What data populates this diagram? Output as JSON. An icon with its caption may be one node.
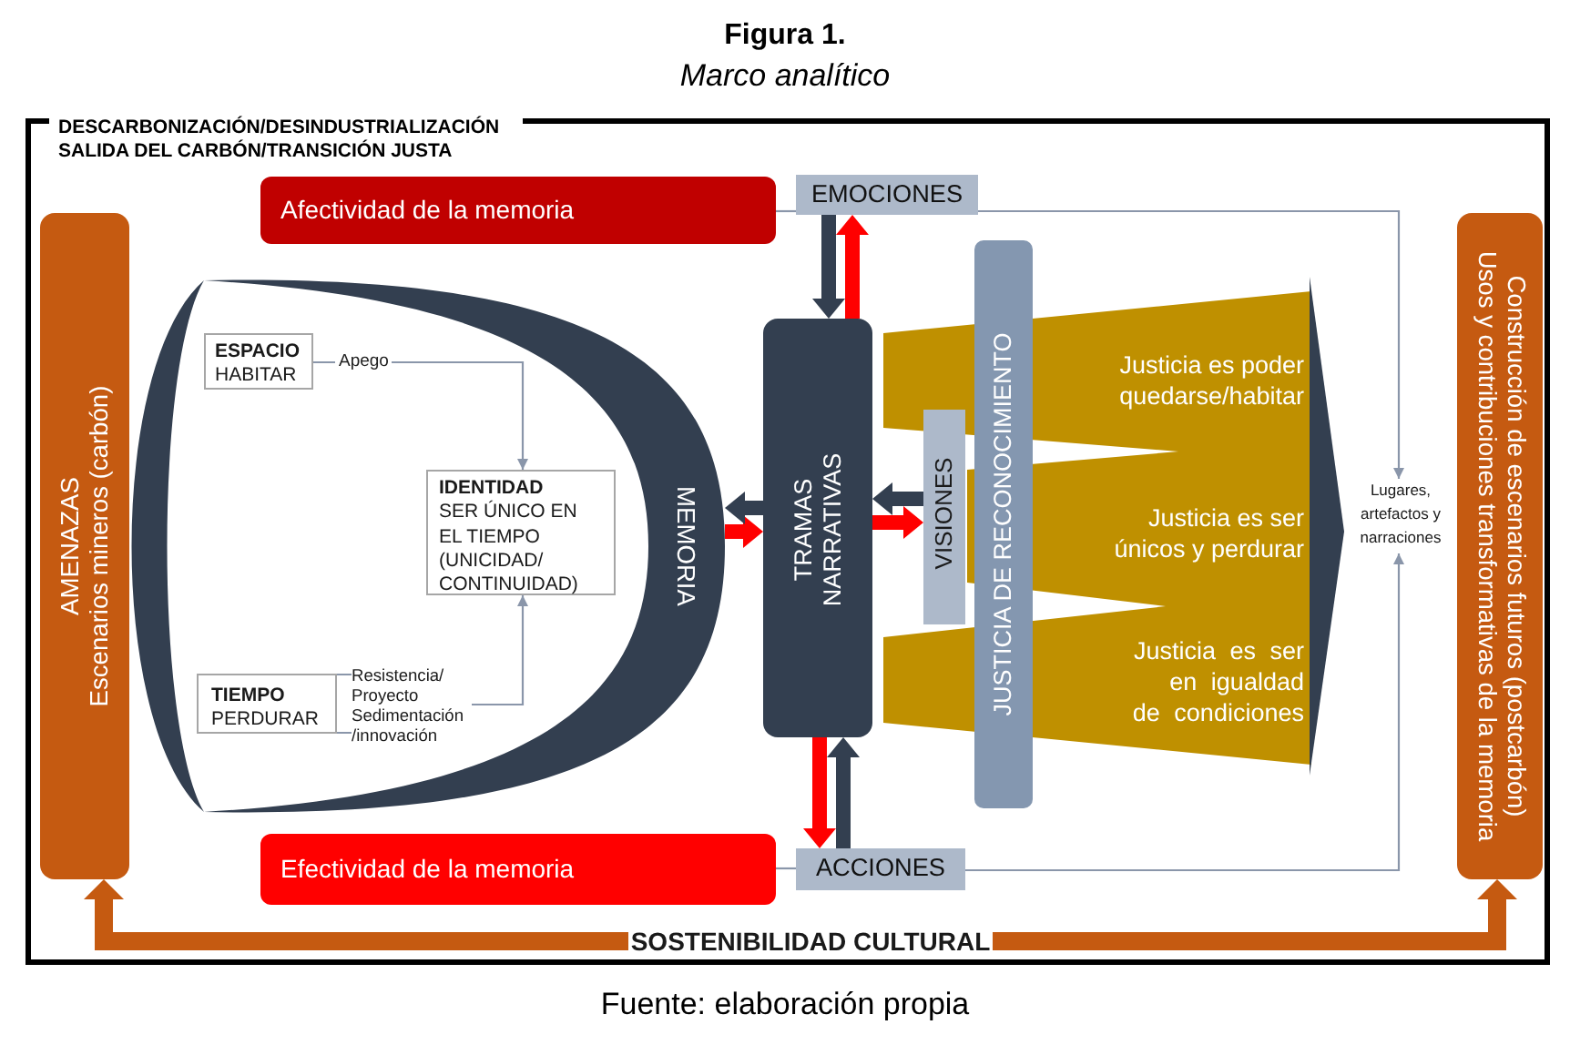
{
  "diagram": {
    "title": "Figura 1.",
    "caption": "Fuente: elaboración propia",
    "nodes": [
      {
        "text": [
          "DESCARBONIZACIÓN/DESINDUSTRIALIZACIÓN",
          "SALIDA DEL CARBÓN/TRANSICIÓN JUSTA"
        ]
      },
      {
        "text": [
          "Afectividad de la memoria"
        ],
        "in": 0
      },
      {
        "text": [
          "EMOCIONES"
        ],
        "in": 0
      },
      {
        "text": [
          "AMENAZAS",
          "Escenarios mineros (carbón)"
        ],
        "in": 0
      },
      {
        "text": [
          "MEMORIA"
        ],
        "in": 0
      },
      {
        "text": [
          "ESPACIO",
          "HABITAR"
        ],
        "in": 4
      },
      {
        "text": [
          "IDENTIDAD",
          "SER ÚNICO EN EL TIEMPO (UNICIDAD/ CONTINUIDAD)"
        ],
        "in": 4
      },
      {
        "text": [
          "TIEMPO",
          "PERDURAR"
        ],
        "in": 4
      },
      {
        "text": [
          "Resistencia/ Proyecto Sedimentación /innovación"
        ],
        "in": 4
      },
      {
        "text": [
          "TRAMAS NARRATIVAS"
        ],
        "in": 0
      },
      {
        "text": [
          "VISIONES"
        ],
        "in": 0
      },
      {
        "text": [
          "JUSTICIA DE RECONOCIMIENTO"
        ],
        "in": 0
      },
      {
        "text": [
          "Justicia es poder quedarse/habitar"
        ],
        "in": 0
      },
      {
        "text": [
          "Justicia es ser únicos y perdurar"
        ],
        "in": 0
      },
      {
        "text": [
          "Justicia es ser en igualdad de condiciones"
        ],
        "in": 0
      },
      {
        "text": [
          "Lugares, artefactos y narraciones"
        ],
        "in": 0
      },
      {
        "text": [
          "Construcción de escenarios futuros (postcarbón)",
          "Usos y contribuciones transformativas de la memoria"
        ],
        "in": 0
      },
      {
        "text": [
          "Efectividad de la memoria"
        ],
        "in": 0
      },
      {
        "text": [
          "ACCIONES"
        ],
        "in": 0
      },
      {
        "text": [
          "SOSTENIBILIDAD CULTURAL"
        ],
        "in": 0
      }
    ],
    "edges": [
      {
        "from": 1,
        "to": 2,
        "arrow": "none"
      },
      {
        "from": 2,
        "to": 15,
        "arrow": "to"
      },
      {
        "from": 2,
        "to": 9,
        "arrow": "to",
        "color": "#333f50"
      },
      {
        "from": 9,
        "to": 2,
        "arrow": "to",
        "color": "#ff0000"
      },
      {
        "from": 5,
        "to": 6,
        "arrow": "to",
        "label": "Apego"
      },
      {
        "from": 7,
        "to": 8,
        "arrow": "none"
      },
      {
        "from": 8,
        "to": 6,
        "arrow": "to"
      },
      {
        "from": 4,
        "to": 9,
        "arrow": "to",
        "color": "#ff0000"
      },
      {
        "from": 9,
        "to": 4,
        "arrow": "to",
        "color": "#333f50"
      },
      {
        "from": 9,
        "to": 10,
        "arrow": "to",
        "color": "#ff0000"
      },
      {
        "from": 10,
        "to": 9,
        "arrow": "to",
        "color": "#333f50"
      },
      {
        "from": 9,
        "to": 18,
        "arrow": "to",
        "color": "#ff0000"
      },
      {
        "from": 18,
        "to": 9,
        "arrow": "to",
        "color": "#333f50"
      },
      {
        "from": 17,
        "to": 18,
        "arrow": "none"
      },
      {
        "from": 18,
        "to": 15,
        "arrow": "to"
      },
      {
        "from": 19,
        "to": 3,
        "arrow": "to",
        "color": "#c55a11"
      },
      {
        "from": 19,
        "to": 16,
        "arrow": "to",
        "color": "#c55a11"
      }
    ],
    "labels": [
      "Marco analítico"
    ]
  }
}
